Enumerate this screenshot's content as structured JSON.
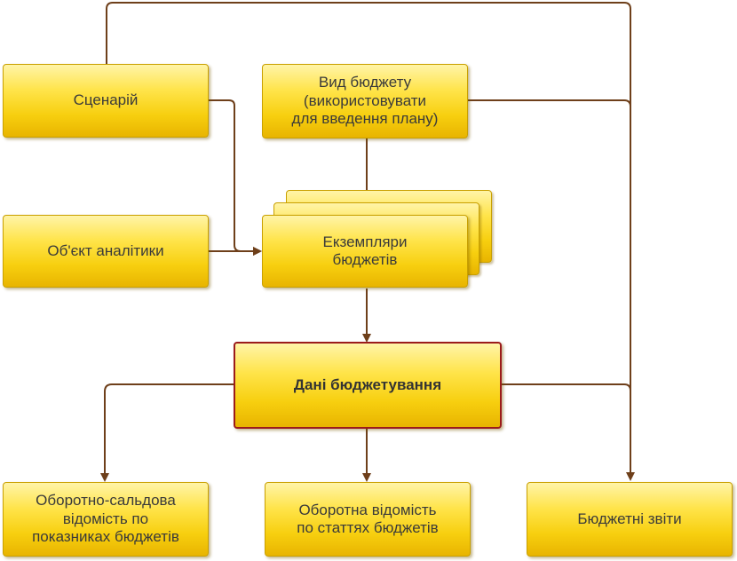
{
  "nodes": {
    "scenario": "Сценарій",
    "budget_type": "Вид бюджету\n(використовувати\nдля введення плану)",
    "analytics_object": "Об'єкт аналітики",
    "budget_instances": "Екземпляри\nбюджетів",
    "budgeting_data": "Дані бюджетування",
    "turnover_balance": "Оборотно-сальдова\nвідомість по\nпоказниках бюджетів",
    "turnover_statement": "Оборотна відомість\nпо статтях бюджетів",
    "budget_reports": "Бюджетні звіти"
  },
  "colors": {
    "box_fill": "#f7cf0f",
    "box_border": "#c9a000",
    "main_border": "#9b1b1b",
    "connector": "#6e3f1a"
  }
}
